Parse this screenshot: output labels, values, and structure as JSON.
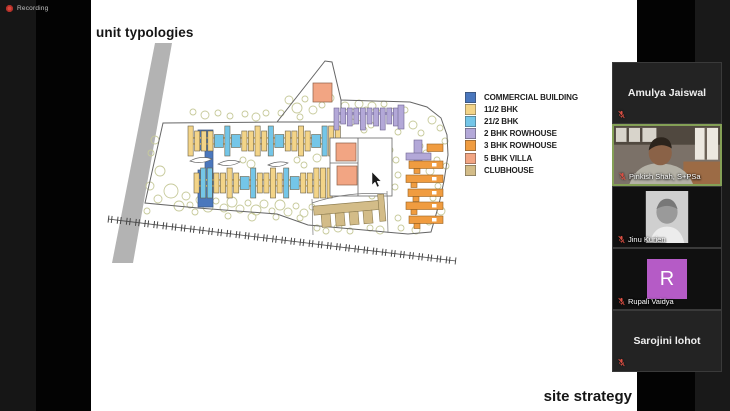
{
  "recording": {
    "label": "Recording"
  },
  "slide": {
    "title": "unit typologies",
    "footer": "site strategy"
  },
  "legend": {
    "items": [
      {
        "label": "COMMERCIAL BUILDING",
        "color": "#4a77bd"
      },
      {
        "label": "11/2 BHK",
        "color": "#f3d488"
      },
      {
        "label": "21/2 BHK",
        "color": "#74c6e8"
      },
      {
        "label": "2 BHK ROWHOUSE",
        "color": "#b3a8d8"
      },
      {
        "label": "3 BHK ROWHOUSE",
        "color": "#f09c40"
      },
      {
        "label": "5 BHK VILLA",
        "color": "#f2a583"
      },
      {
        "label": "CLUBHOUSE",
        "color": "#d3bc88"
      }
    ]
  },
  "participants": [
    {
      "name": "Amulya Jaiswal",
      "type": "name",
      "muted": true,
      "active": false
    },
    {
      "name": "Pinkish Shah, S+PSa",
      "type": "video",
      "muted": true,
      "active": true
    },
    {
      "name": "Jinu Kurien",
      "type": "photo",
      "muted": true,
      "active": false
    },
    {
      "name": "Rupali Vaidya",
      "type": "initial",
      "initial": "R",
      "initial_color": "#b55bc6",
      "muted": true,
      "active": false
    },
    {
      "name": "Sarojini lohot",
      "type": "name",
      "muted": true,
      "active": false
    }
  ],
  "colors": {
    "commercial": "#4a77bd",
    "bhk15": "#f3d488",
    "bhk25": "#74c6e8",
    "rowhouse2": "#b3a8d8",
    "rowhouse3": "#f09c40",
    "villa": "#f2a583",
    "clubhouse": "#d3bc88",
    "tree": "#c7ca9b",
    "road": "#b3b3b3",
    "outline": "#666666",
    "rail": "#474747",
    "active_border": "#84a056",
    "muted_mic": "#d94f43"
  }
}
